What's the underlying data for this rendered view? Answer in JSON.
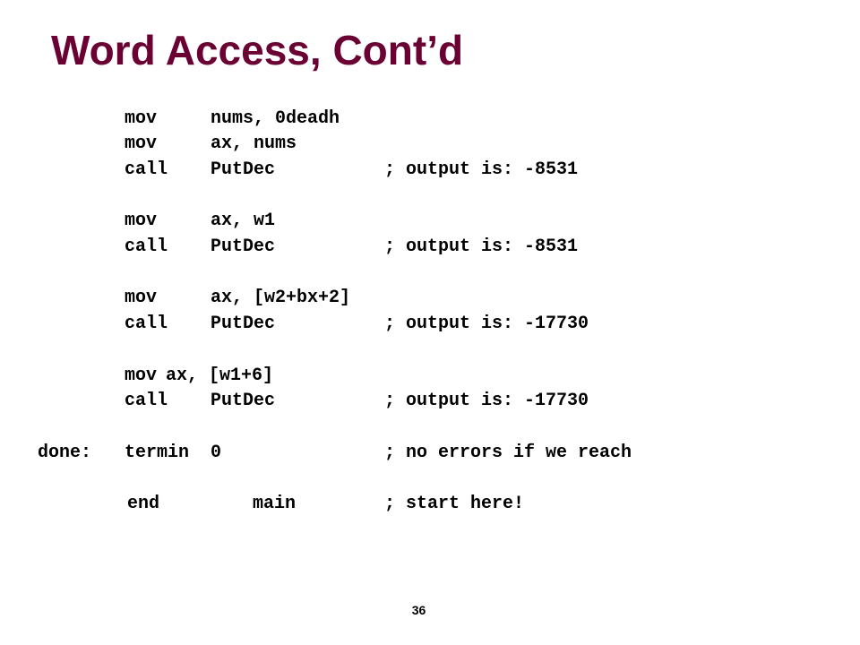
{
  "slide": {
    "title": "Word Access, Cont’d",
    "page_number": "36"
  },
  "code": {
    "lines": [
      {
        "label": "",
        "op": "mov",
        "operand": "nums, 0deadh",
        "comment": ""
      },
      {
        "label": "",
        "op": "mov",
        "operand": "ax, nums",
        "comment": ""
      },
      {
        "label": "",
        "op": "call",
        "operand": "PutDec",
        "comment": "; output is: -8531"
      },
      {
        "label": "",
        "op": "mov",
        "operand": "ax, w1",
        "comment": ""
      },
      {
        "label": "",
        "op": "call",
        "operand": "PutDec",
        "comment": "; output is: -8531"
      },
      {
        "label": "",
        "op": "mov",
        "operand": "ax, [w2+bx+2]",
        "comment": ""
      },
      {
        "label": "",
        "op": "call",
        "operand": "PutDec",
        "comment": "; output is: -17730"
      },
      {
        "label": "",
        "op": "mov",
        "operand": "ax, [w1+6]",
        "comment": ""
      },
      {
        "label": "",
        "op": "call",
        "operand": "PutDec",
        "comment": "; output is: -17730"
      },
      {
        "label": "done:",
        "op": "termin",
        "operand": "0",
        "comment": "; no errors if we reach"
      },
      {
        "label": "",
        "op": "end",
        "operand": "main",
        "comment": "; start here!"
      }
    ]
  }
}
